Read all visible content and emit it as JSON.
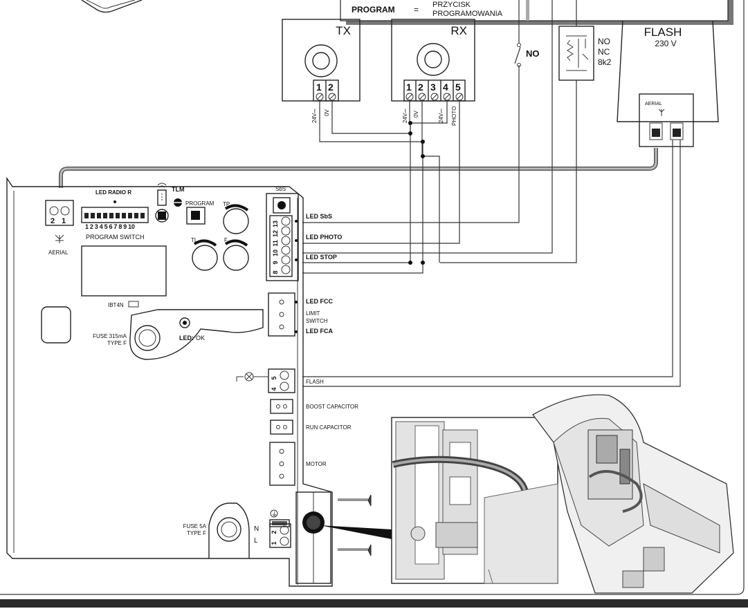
{
  "legend": {
    "key": "PROGRAM",
    "eq": "=",
    "line1": "PRZYCISK",
    "line2": "PROGRAMOWANIA"
  },
  "devices": {
    "tx": {
      "title": "TX",
      "t1": "1",
      "t2": "2",
      "l1": "24V⎓",
      "l2": "0V"
    },
    "rx": {
      "title": "RX",
      "t1": "1",
      "t2": "2",
      "t3": "3",
      "t4": "4",
      "t5": "5",
      "l1": "24V⎓",
      "l2": "0V",
      "l4": "24V⎓",
      "l5": "PHOTO"
    },
    "no_switch": "NO",
    "stop_contact": {
      "no": "NO",
      "nc": "NC",
      "k": "8k2"
    },
    "flash": {
      "title": "FLASH",
      "voltage": "230 V",
      "aerial": "AERIAL"
    }
  },
  "board": {
    "led_radio": "LED RADIO R",
    "tlm": "TLM",
    "program": "PROGRAM",
    "sbs": "SbS",
    "tp": "TP",
    "tl": "TL",
    "f": "F",
    "dip_numbers": "1 2 3 4 5 6 7 8 9 10",
    "program_switch": "PROGRAM SWITCH",
    "aerial": "AERIAL",
    "aerial_t2": "2",
    "aerial_t1": "1",
    "ibt4n": "IBT4N",
    "fuse1_a": "FUSE 315mA",
    "fuse1_b": "TYPE F",
    "led_ok": "LED:",
    "led_ok_b": "OK",
    "fuse2_a": "FUSE 5A",
    "fuse2_b": "TYPE F",
    "n": "N",
    "l": "L",
    "ground": "⏚"
  },
  "terminals": {
    "t13": "13",
    "t12": "12",
    "t11": "11",
    "t10": "10",
    "t9": "9",
    "t8": "8",
    "t5": "5",
    "t4": "4",
    "m2": "2",
    "m1": "1"
  },
  "connectors": {
    "led_sbs": "LED SbS",
    "led_photo": "LED PHOTO",
    "led_stop": "LED STOP",
    "led_fcc": "LED FCC",
    "limit": "LIMIT",
    "switch": "SWITCH",
    "led_fca": "LED FCA",
    "flash": "FLASH",
    "boost": "BOOST CAPACITOR",
    "run": "RUN CAPACITOR",
    "motor": "MOTOR"
  }
}
